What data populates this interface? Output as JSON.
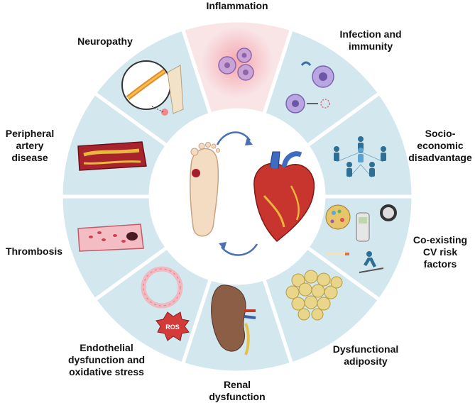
{
  "colors": {
    "segment": "#d3e7ef",
    "segment_highlight": "#f9e4e6",
    "divider": "#ffffff",
    "center": "#ffffff",
    "arrow": "#4a6fb5",
    "label": "#111111"
  },
  "labels": {
    "inflammation": "Inflammation",
    "infection": "Infection and\nimmunity",
    "socio": "Socio-\neconomic\ndisadvantage",
    "cv_risk": "Co-existing\nCV risk\nfactors",
    "adiposity": "Dysfunctional\nadiposity",
    "renal": "Renal\ndysfunction",
    "endothelial": "Endothelial\ndysfunction and\noxidative stress",
    "thrombosis": "Thrombosis",
    "pad": "Peripheral\nartery\ndisease",
    "neuropathy": "Neuropathy"
  },
  "ros_label": "ROS",
  "icons": {
    "center": [
      "diabetic-foot-icon",
      "heart-icon",
      "cycle-arrow-icon"
    ],
    "segments": [
      "inflammatory-cells-icon",
      "immune-cells-icon",
      "people-network-icon",
      "risk-factors-icon",
      "adipocytes-icon",
      "kidney-icon",
      "vessel-ring-icon",
      "ros-burst-icon",
      "thrombus-vessel-icon",
      "plaque-artery-icon",
      "nerve-magnifier-icon"
    ]
  }
}
